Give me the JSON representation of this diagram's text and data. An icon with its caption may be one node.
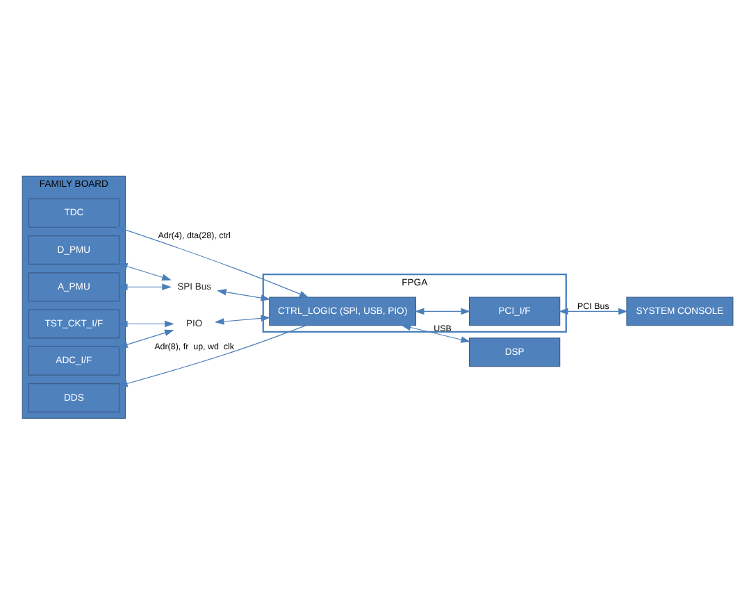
{
  "diagram": {
    "nodes": [
      {
        "text": [
          "FAMILY BOARD"
        ]
      },
      {
        "text": [
          "TDC"
        ],
        "in": 0
      },
      {
        "text": [
          "DDS"
        ],
        "in": 0
      },
      {
        "text": [
          "D_PMU"
        ],
        "in": 0
      },
      {
        "text": [
          "A_PMU"
        ],
        "in": 0
      },
      {
        "text": [
          "TST_CKT_I/F"
        ],
        "in": 0
      },
      {
        "text": [
          "ADC_I/F"
        ],
        "in": 0
      },
      {
        "text": [
          "FPGA"
        ]
      },
      {
        "text": [
          "CTRL_LOGIC (SPI, USB, PIO)"
        ],
        "in": 7
      },
      {
        "text": [
          "PCI_I/F"
        ],
        "in": 7
      },
      {
        "text": [
          "DSP"
        ]
      },
      {
        "text": [
          "SYSTEM CONSOLE"
        ]
      },
      {
        "text": [
          "SPI Bus"
        ]
      },
      {
        "text": [
          "PIO"
        ]
      }
    ],
    "edges": [
      {
        "from": 1,
        "to": 8,
        "arrow": "both",
        "label": "Adr(4), dta(28), ctrl"
      },
      {
        "from": 8,
        "to": 2,
        "arrow": "to",
        "label": "Adr(8), fr  up, wd  clk"
      },
      {
        "from": 3,
        "to": 12,
        "arrow": "both"
      },
      {
        "from": 4,
        "to": 12,
        "arrow": "both"
      },
      {
        "from": 12,
        "to": 8,
        "arrow": "both"
      },
      {
        "from": 5,
        "to": 13,
        "arrow": "both"
      },
      {
        "from": 6,
        "to": 13,
        "arrow": "both"
      },
      {
        "from": 13,
        "to": 8,
        "arrow": "both"
      },
      {
        "from": 8,
        "to": 10,
        "arrow": "both",
        "label": "USB"
      },
      {
        "from": 8,
        "to": 9,
        "arrow": "both"
      },
      {
        "from": 9,
        "to": 11,
        "arrow": "both",
        "label": "PCI Bus"
      }
    ]
  }
}
